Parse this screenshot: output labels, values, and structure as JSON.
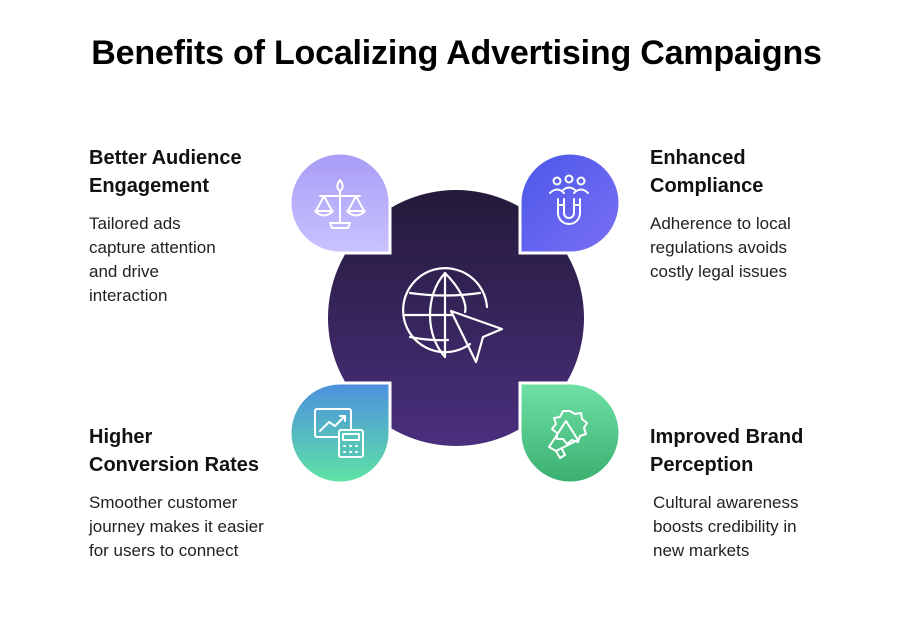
{
  "title": "Benefits of Localizing Advertising Campaigns",
  "center_icon": "globe-cursor-icon",
  "colors": {
    "center_top": "#241a3a",
    "center_bottom": "#4a2f7e",
    "engagement": [
      "#a89cf7",
      "#c9c3ff"
    ],
    "compliance": [
      "#4a57e8",
      "#7b70f5"
    ],
    "conversion": [
      "#4d8fe0",
      "#5ee3a4"
    ],
    "brand": [
      "#6fe0a6",
      "#3ab070"
    ]
  },
  "benefits": [
    {
      "id": "engagement",
      "heading_lines": [
        "Better Audience",
        "Engagement"
      ],
      "desc_lines": [
        "Tailored ads",
        "capture attention",
        "and drive",
        "interaction"
      ],
      "icon": "balance-scale-icon"
    },
    {
      "id": "compliance",
      "heading_lines": [
        "Enhanced",
        "Compliance"
      ],
      "desc_lines": [
        "Adherence to local",
        "regulations avoids",
        "costly legal issues"
      ],
      "icon": "people-magnet-icon"
    },
    {
      "id": "conversion",
      "heading_lines": [
        "Higher",
        "Conversion Rates"
      ],
      "desc_lines": [
        "Smoother customer",
        "journey makes it easier",
        "for users to connect"
      ],
      "icon": "chart-calculator-icon"
    },
    {
      "id": "brand",
      "heading_lines": [
        "Improved Brand",
        "Perception"
      ],
      "desc_lines": [
        "Cultural awareness",
        "boosts credibility in",
        "new markets"
      ],
      "icon": "megaphone-badge-icon"
    }
  ]
}
